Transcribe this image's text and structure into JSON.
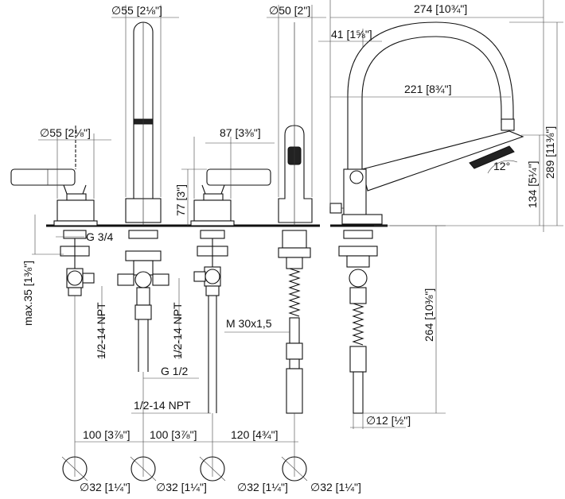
{
  "dims": {
    "d55_top": "∅55",
    "d55_top_in": "[2⅛\"]",
    "d50": "∅50",
    "d50_in": "[2\"]",
    "w274": "274",
    "w274_in": "[10¾\"]",
    "w41": "41",
    "w41_in": "[1⅝\"]",
    "w221": "221",
    "w221_in": "[8¾\"]",
    "h289": "289",
    "h289_in": "[11⅜\"]",
    "h134": "134",
    "h134_in": "[5¼\"]",
    "angle": "12°",
    "d55_left": "∅55",
    "d55_left_in": "[2⅛\"]",
    "w87": "87",
    "w87_in": "[3⅜\"]",
    "h77": "77",
    "h77_in": "[3\"]",
    "g34": "G 3/4",
    "max35": "max.35",
    "max35_in": "[1⅜\"]",
    "npt_a": "1/2-14 NPT",
    "npt_b": "1/2-14 NPT",
    "npt_c": "1/2-14 NPT",
    "m30": "M 30x1,5",
    "g12": "G 1/2",
    "h264": "264",
    "h264_in": "[10⅜\"]",
    "d12": "∅12",
    "d12_in": "[½\"]",
    "s100a": "100",
    "s100a_in": "[3⅞\"]",
    "s100b": "100",
    "s100b_in": "[3⅞\"]",
    "s120": "120",
    "s120_in": "[4¾\"]",
    "hole1": "∅32",
    "hole1_in": "[1¼\"]",
    "hole2": "∅32",
    "hole2_in": "[1¼\"]",
    "hole3": "∅32",
    "hole3_in": "[1¼\"]",
    "hole4": "∅32",
    "hole4_in": "[1¼\"]"
  }
}
